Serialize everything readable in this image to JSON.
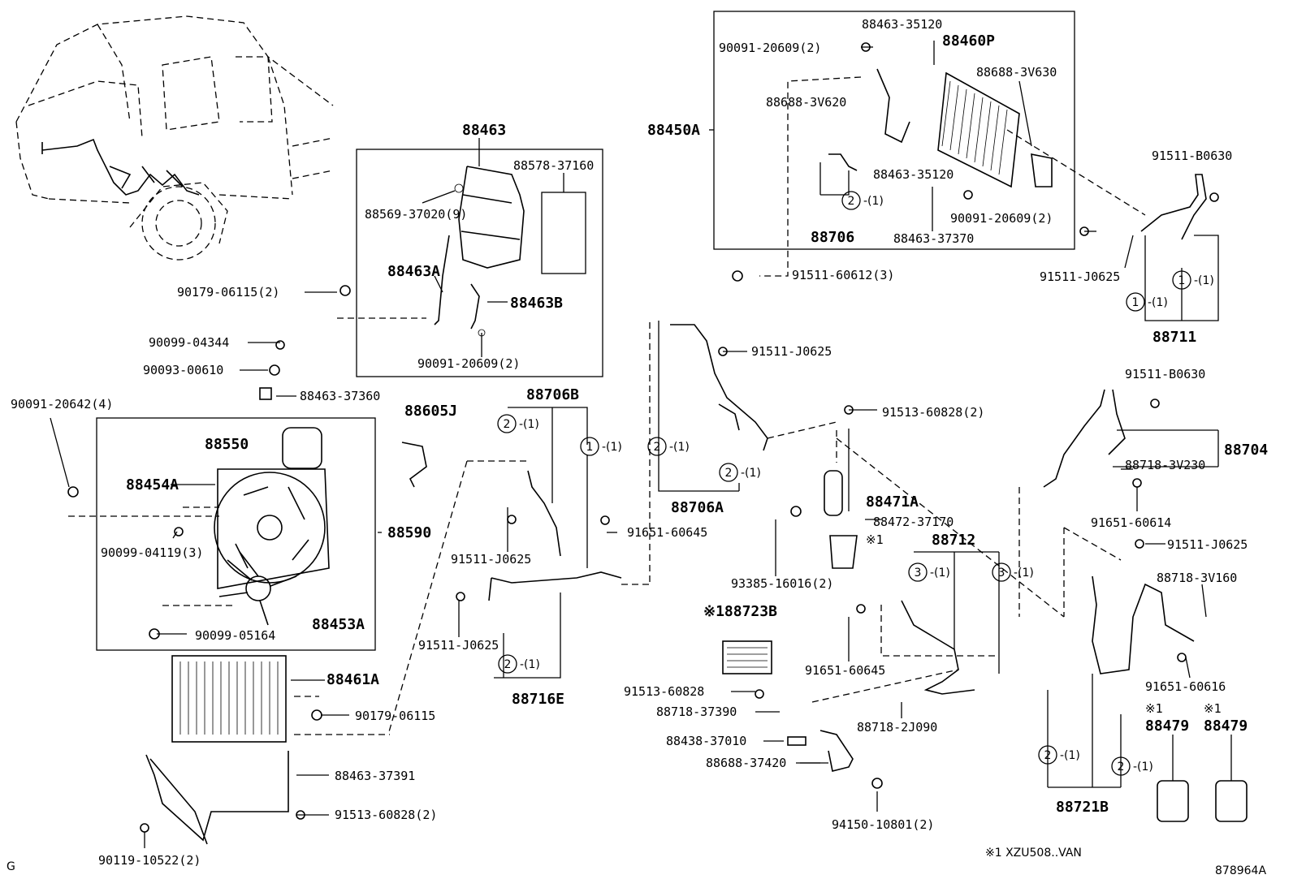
{
  "labels": {
    "l88463": "88463",
    "l88578_37160": "88578-37160",
    "l88569_37020": "88569-37020(9)",
    "l88463A": "88463A",
    "l88463B": "88463B",
    "l90091_20609_mid": "90091-20609(2)",
    "l90179_06115_2": "90179-06115(2)",
    "l90099_04344": "90099-04344",
    "l90093_00610": "90093-00610",
    "l88463_37360": "88463-37360",
    "l90091_20642": "90091-20642(4)",
    "l88550": "88550",
    "l88454A": "88454A",
    "l88590": "88590",
    "l90099_04119": "90099-04119(3)",
    "l90099_05164": "90099-05164",
    "l88453A": "88453A",
    "l88461A": "88461A",
    "l90179_06115": "90179-06115",
    "l88463_37391": "88463-37391",
    "l91513_60828_2a": "91513-60828(2)",
    "l90119_10522": "90119-10522(2)",
    "l88605J": "88605J",
    "l88706B": "88706B",
    "l91511_J0625_a": "91511-J0625",
    "l91651_60645_a": "91651-60645",
    "l91511_J0625_b": "91511-J0625",
    "l88716E": "88716E",
    "l91511_J0625_c": "91511-J0625",
    "l88706A": "88706A",
    "l88450A": "88450A",
    "l88463_35120_top": "88463-35120",
    "l90091_20609_top": "90091-20609(2)",
    "l88460P": "88460P",
    "l88688_3V630": "88688-3V630",
    "l88688_3V620": "88688-3V620",
    "l88463_35120_mid": "88463-35120",
    "l90091_20609_right": "90091-20609(2)",
    "l88706": "88706",
    "l88463_37370": "88463-37370",
    "l91511_60612": "91511-60612(3)",
    "l91511_B0630_top": "91511-B0630",
    "l91511_J0625_top": "91511-J0625",
    "l88711": "88711",
    "l91513_60828_2b": "91513-60828(2)",
    "l88471A": "88471A",
    "l88472_37170": "88472-37170",
    "l93385_16016": "93385-16016(2)",
    "l88723B": "※188723B",
    "l88712": "88712",
    "l91651_60645_b": "91651-60645",
    "l91513_60828": "91513-60828",
    "l88718_37390": "88718-37390",
    "l88438_37010": "88438-37010",
    "l88688_37420": "88688-37420",
    "l88718_2J090": "88718-2J090",
    "l94150_10801": "94150-10801(2)",
    "l91511_B0630_mid": "91511-B0630",
    "l88704": "88704",
    "l88718_3V230": "88718-3V230",
    "l91651_60614": "91651-60614",
    "l91511_J0625_r": "91511-J0625",
    "l88718_3V160": "88718-3V160",
    "l91651_60616": "91651-60616",
    "l88479_a": "88479",
    "l88479_b": "88479",
    "l88721B": "88721B",
    "mark_a": "※1",
    "mark_b": "※1",
    "mark_c": "※1",
    "footnote": "※1 XZU508..VAN",
    "corner_g": "G",
    "diagram_id": "878964A",
    "qty1": "-(1)"
  },
  "callouts": {
    "one": "1",
    "two": "2",
    "three": "3"
  }
}
